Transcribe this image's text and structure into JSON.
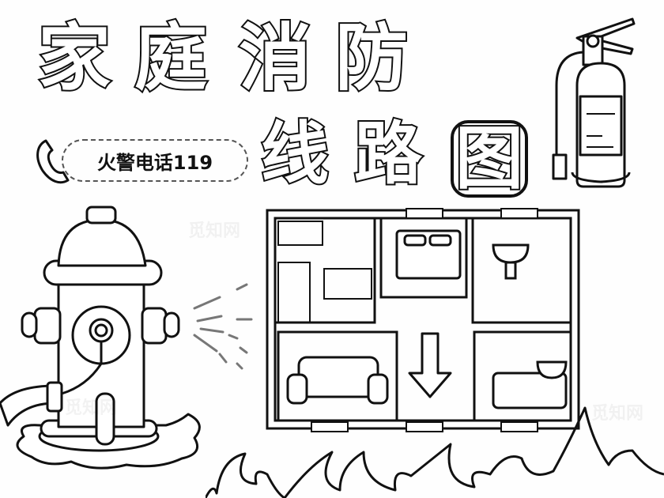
{
  "title": {
    "line1": [
      "家",
      "庭",
      "消",
      "防"
    ],
    "line2": [
      "线",
      "路",
      "图"
    ]
  },
  "hotline": {
    "label": "火警电话119",
    "icon": "phone-icon"
  },
  "floorplan": {
    "rooms": [
      {
        "name": "kitchen",
        "icon": "kitchen-icon"
      },
      {
        "name": "bedroom",
        "icon": "bed-icon"
      },
      {
        "name": "bathroom",
        "icon": "sink-icon"
      },
      {
        "name": "living-room",
        "icon": "sofa-icon"
      },
      {
        "name": "guest-room",
        "icon": "bed-sink-icon"
      }
    ],
    "escape_arrow": "arrow-down-icon"
  },
  "illustrations": [
    "fire-hydrant-icon",
    "fire-extinguisher-icon",
    "flames-icon"
  ],
  "watermark": "觅知网",
  "colors": {
    "line": "#111111",
    "background": "#fefefe"
  }
}
